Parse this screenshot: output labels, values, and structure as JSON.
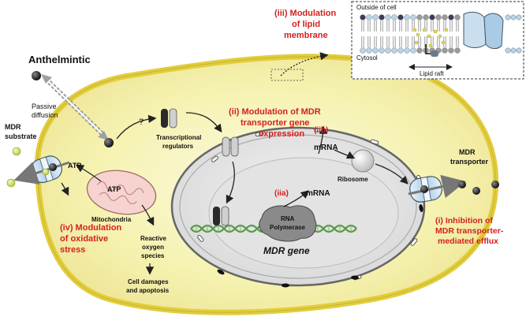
{
  "labels": {
    "anthelmintic": "Anthelmintic",
    "passive_diffusion_1": "Passive",
    "passive_diffusion_2": "diffusion",
    "question_mark": "?",
    "mdr_substrate_1": "MDR",
    "mdr_substrate_2": "substrate",
    "atp_outer": "ATP",
    "atp_inner": "ATP",
    "mitochondria": "Mitochondria",
    "transcriptional_regulators_1": "Transcriptional",
    "transcriptional_regulators_2": "regulators",
    "ros_1": "Reactive",
    "ros_2": "oxygen",
    "ros_3": "species",
    "cell_damage_1": "Cell damages",
    "cell_damage_2": "and apoptosis",
    "mrna_upper": "mRNA",
    "mrna_lower": "mRNA",
    "ribosome": "Ribosome",
    "rna_polymerase_1": "RNA",
    "rna_polymerase_2": "Polymerase",
    "mdr_gene": "MDR gene",
    "mdr_transporter_1": "MDR",
    "mdr_transporter_2": "transporter",
    "outside_of_cell": "Outside of cell",
    "cytosol": "Cytosol",
    "lipid_raft": "Lipid raft"
  },
  "mechanisms": {
    "i_line1": "(i) Inhibition of",
    "i_line2": "MDR transporter-",
    "i_line3": "mediated efflux",
    "ii_line1": "(ii) Modulation of MDR",
    "ii_line2": "transporter gene",
    "ii_line3": "expression",
    "iia": "(iia)",
    "iib": "(iib)",
    "iii_line1": "(iii) Modulation",
    "iii_line2": "of lipid",
    "iii_line3": "membrane",
    "iv_line1": "(iv) Modulation",
    "iv_line2": "of oxidative",
    "iv_line3": "stress"
  },
  "colors": {
    "cytoplasm": "#f5f2b0",
    "membrane_outer": "#e8d24a",
    "nucleus": "#e6e6e6",
    "mechanism_text": "#d42020",
    "mitochondria": "#f7d3cf",
    "transporter": "#c9dff0",
    "dna": "#5a9a4a"
  }
}
